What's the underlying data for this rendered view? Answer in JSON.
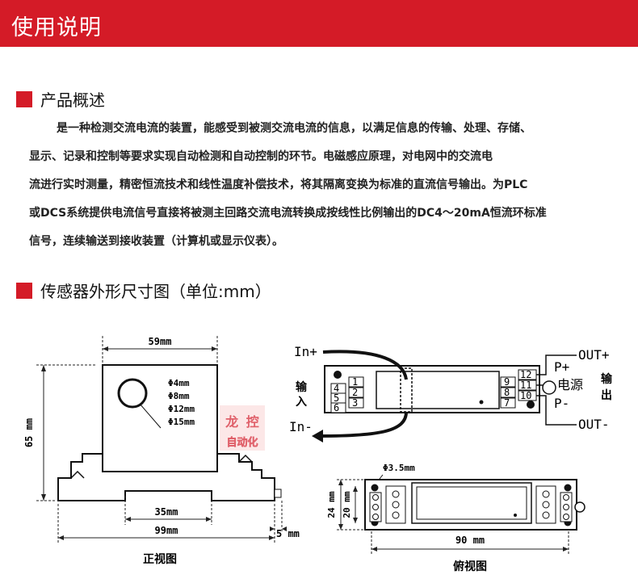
{
  "header": {
    "title": "使用说明"
  },
  "section1": {
    "heading": "产品概述",
    "lines": [
      "是一种检测交流电流的装置，能感受到被测交流电流的信息，以满足信息的传输、处理、存储、",
      "显示、记录和控制等要求实现自动检测和自动控制的环节。电磁感应原理，对电网中的交流电",
      "流进行实时测量，精密恒流技术和线性温度补偿技术，将其隔离变换为标准的直流信号输出。为PLC",
      "或DCS系统提供电流信号直接将被测主回路交流电流转换成按线性比例输出的DC4～20mA恒流环标准",
      "信号，连续输送到接收装置（计算机或显示仪表）。"
    ]
  },
  "section2": {
    "heading": "传感器外形尺寸图（单位:mm）"
  },
  "front_view": {
    "dim_width": "59mm",
    "dim_height": "65 mm",
    "dim_base_inner": "35mm",
    "dim_base_total": "99mm",
    "dim_side": "5 mm",
    "hole_sizes": [
      "Φ4mm",
      "Φ8mm",
      "Φ12mm",
      "Φ15mm"
    ],
    "caption": "正视图"
  },
  "watermark": {
    "line1": "龙 控",
    "line2": "自动化"
  },
  "wiring": {
    "in_plus": "In+",
    "in_minus": "In-",
    "input_label_1": "输",
    "input_label_2": "入",
    "out_plus": "OUT+",
    "out_minus": "OUT-",
    "p_plus": "P+",
    "p_minus": "P-",
    "power_label": "电源",
    "output_label_1": "输",
    "output_label_2": "出",
    "left_terminals": [
      "4",
      "5",
      "6"
    ],
    "left_terminals_inner": [
      "1",
      "2",
      "3"
    ],
    "right_terminals": [
      "9",
      "8",
      "7"
    ],
    "right_terminals_outer": [
      "12",
      "11",
      "10"
    ]
  },
  "top_view": {
    "hole_label": "Φ3.5mm",
    "dim_height_outer": "24 mm",
    "dim_height_inner": "20 mm",
    "dim_length": "90 mm",
    "caption": "俯视图"
  }
}
